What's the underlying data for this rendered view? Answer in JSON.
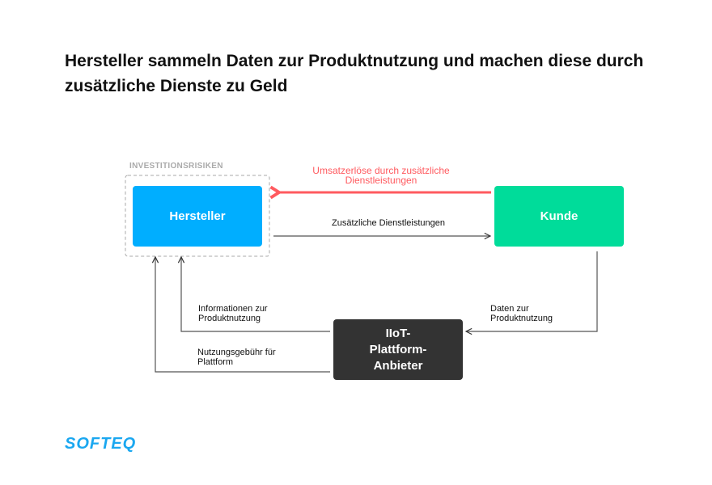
{
  "title": "Hersteller sammeln Daten zur Produktnutzung und machen diese durch zusätzliche Dienste zu Geld",
  "risk_label": "INVESTITIONSRISIKEN",
  "nodes": {
    "hersteller": "Hersteller",
    "kunde": "Kunde",
    "iiot": "IIoT-Plattform-Anbieter"
  },
  "edges": {
    "revenue": "Umsatzerlöse durch zusätzliche Dienstleistungen",
    "services": "Zusätzliche Dienstleistungen",
    "usage_data": "Daten zur Produktnutzung",
    "info": "Informationen zur Produktnutzung",
    "fee": "Nutzungsgebühr für Plattform"
  },
  "logo": "SOFTEQ",
  "colors": {
    "hersteller": "#00aeff",
    "kunde": "#00dc9a",
    "iiot": "#333333",
    "revenue": "#ff5a5f"
  }
}
